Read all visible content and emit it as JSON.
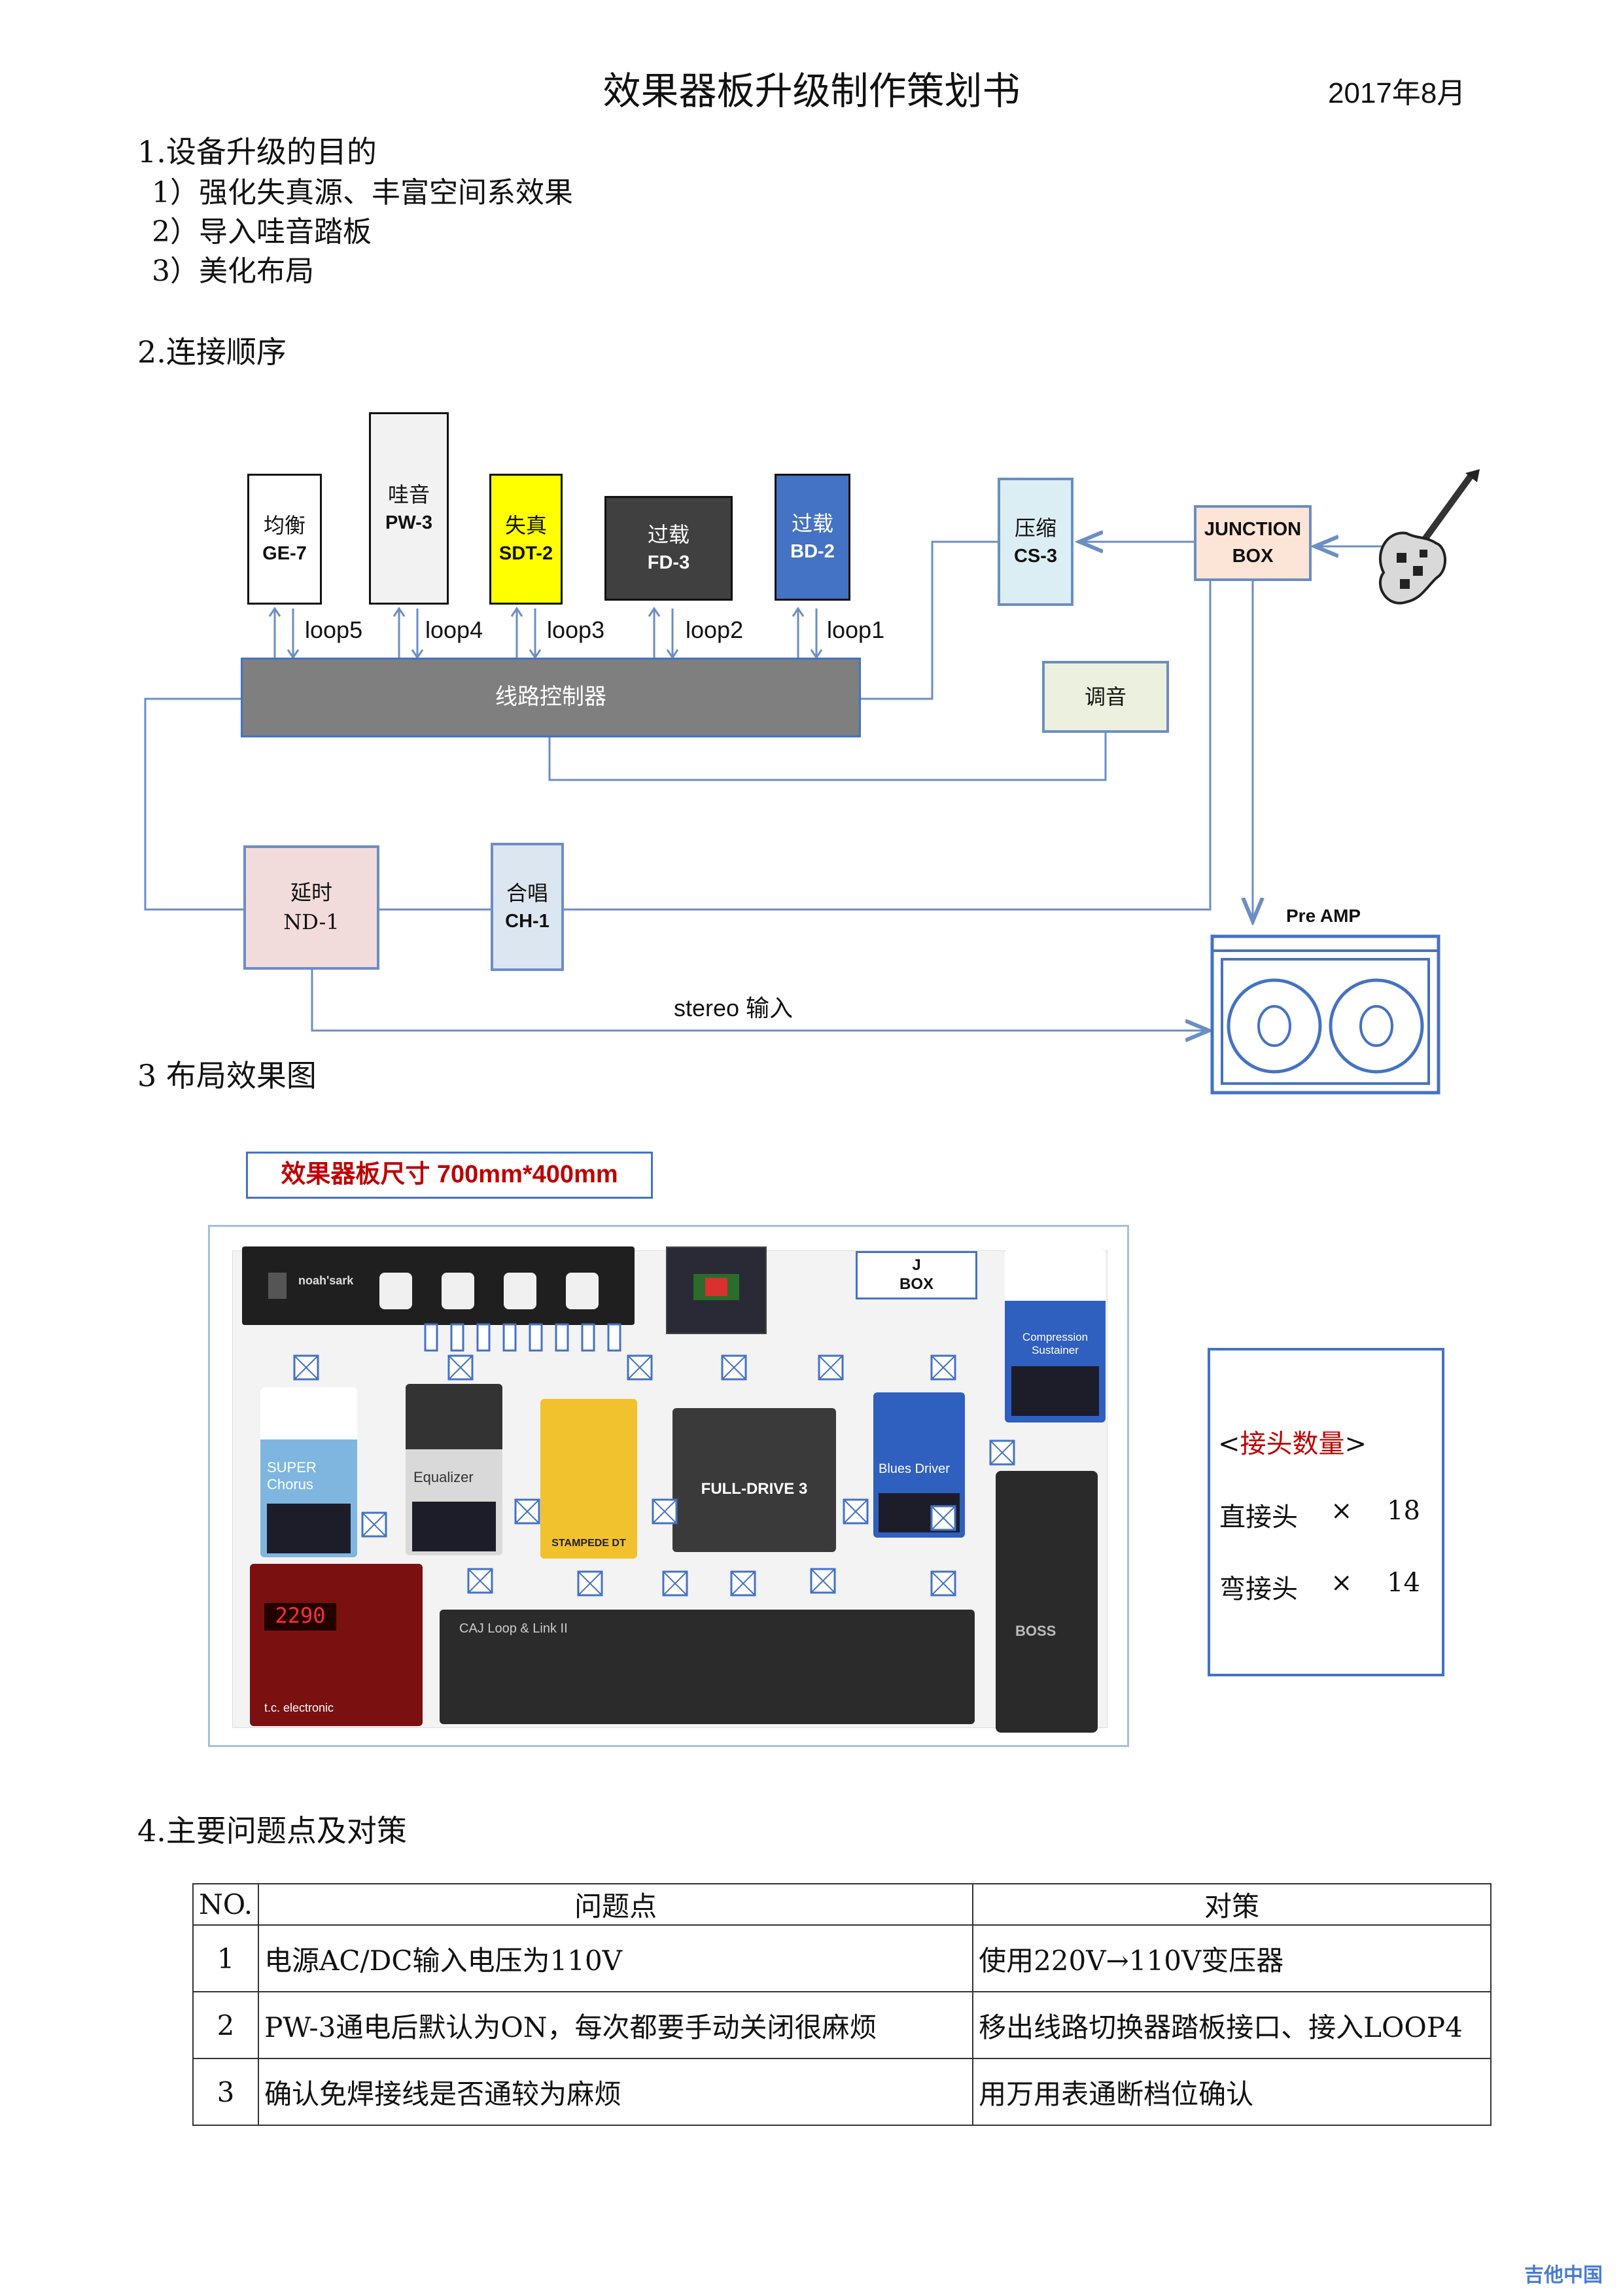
{
  "doc": {
    "title": "效果器板升级制作策划书",
    "date": "2017年8月"
  },
  "section1": {
    "heading": "1.设备升级的目的",
    "items": [
      "1）强化失真源、丰富空间系效果",
      "2）导入哇音踏板",
      "3）美化布局"
    ]
  },
  "section2": {
    "heading": "2.连接顺序",
    "pedals": [
      {
        "name": "均衡",
        "model": "GE-7",
        "fill": "#ffffff"
      },
      {
        "name": "哇音",
        "model": "PW-3",
        "fill": "#f2f2f2"
      },
      {
        "name": "失真",
        "model": "SDT-2",
        "fill": "#ffff00"
      },
      {
        "name": "过载",
        "model": "FD-3",
        "fill": "#404040"
      },
      {
        "name": "过载",
        "model": "BD-2",
        "fill": "#4472c4"
      }
    ],
    "loops": [
      "loop5",
      "loop4",
      "loop3",
      "loop2",
      "loop1"
    ],
    "controller": "线路控制器",
    "compressor": {
      "name": "压缩",
      "model": "CS-3"
    },
    "junction": {
      "line1": "JUNCTION",
      "line2": "BOX"
    },
    "tuner": "调音",
    "delay": {
      "name": "延时",
      "model": "ND-1"
    },
    "chorus": {
      "name": "合唱",
      "model": "CH-1"
    },
    "preamp": "Pre AMP",
    "stereo": "stereo 输入"
  },
  "section3": {
    "heading": "3 布局效果图",
    "board_size": "效果器板尺寸 700mm*400mm",
    "jbox": {
      "line1": "J",
      "line2": "BOX"
    },
    "pedal_labels": {
      "power": "noah'sark",
      "chorus": "SUPER Chorus",
      "eq": "Equalizer",
      "sdt": "STAMPEDE DT",
      "fd": "FULL-DRIVE 3",
      "bd": "Blues Driver",
      "cs": "Compression Sustainer",
      "delay_display": "2290",
      "delay_brand": "t.c. electronic",
      "switcher": "CAJ Loop & Link II",
      "wah": "BOSS"
    },
    "connectors": {
      "title_open": "<",
      "title": "接头数量",
      "title_close": ">",
      "rows": [
        {
          "label": "直接头",
          "x": "×",
          "count": "18"
        },
        {
          "label": "弯接头",
          "x": "×",
          "count": "14"
        }
      ]
    }
  },
  "section4": {
    "heading": "4.主要问题点及对策",
    "columns": [
      "NO.",
      "问题点",
      "对策"
    ],
    "rows": [
      [
        "1",
        "电源AC/DC输入电压为110V",
        "使用220V→110V变压器"
      ],
      [
        "2",
        "PW-3通电后默认为ON，每次都要手动关闭很麻烦",
        "移出线路切换器踏板接口、接入LOOP4"
      ],
      [
        "3",
        "确认免焊接线是否通较为麻烦",
        "用万用表通断档位确认"
      ]
    ]
  },
  "watermark": "吉他中国",
  "colors": {
    "line": "#6b8ec4",
    "controller": "#7f7f7f",
    "border": "#4472c4",
    "board_label": "#c00000"
  }
}
